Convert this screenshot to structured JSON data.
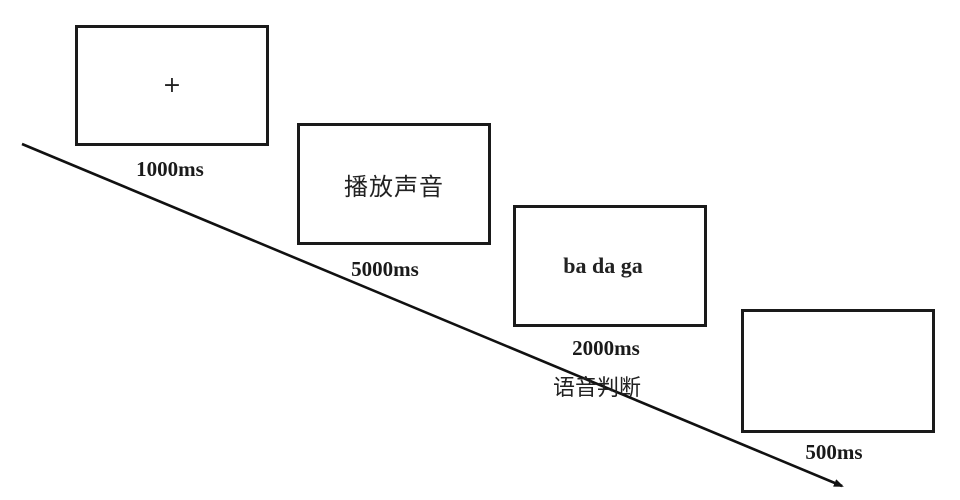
{
  "diagram": {
    "type": "experimental-trial-timeline",
    "screens": [
      {
        "content": "+",
        "duration": "1000ms"
      },
      {
        "content": "播放声音",
        "duration": "5000ms"
      },
      {
        "content": "ba da ga",
        "duration": "2000ms",
        "task_label": "语音判断"
      },
      {
        "content": "",
        "duration": "500ms"
      }
    ],
    "colors": {
      "line": "#111111",
      "border": "#1a1a1a",
      "background": "#ffffff"
    }
  }
}
